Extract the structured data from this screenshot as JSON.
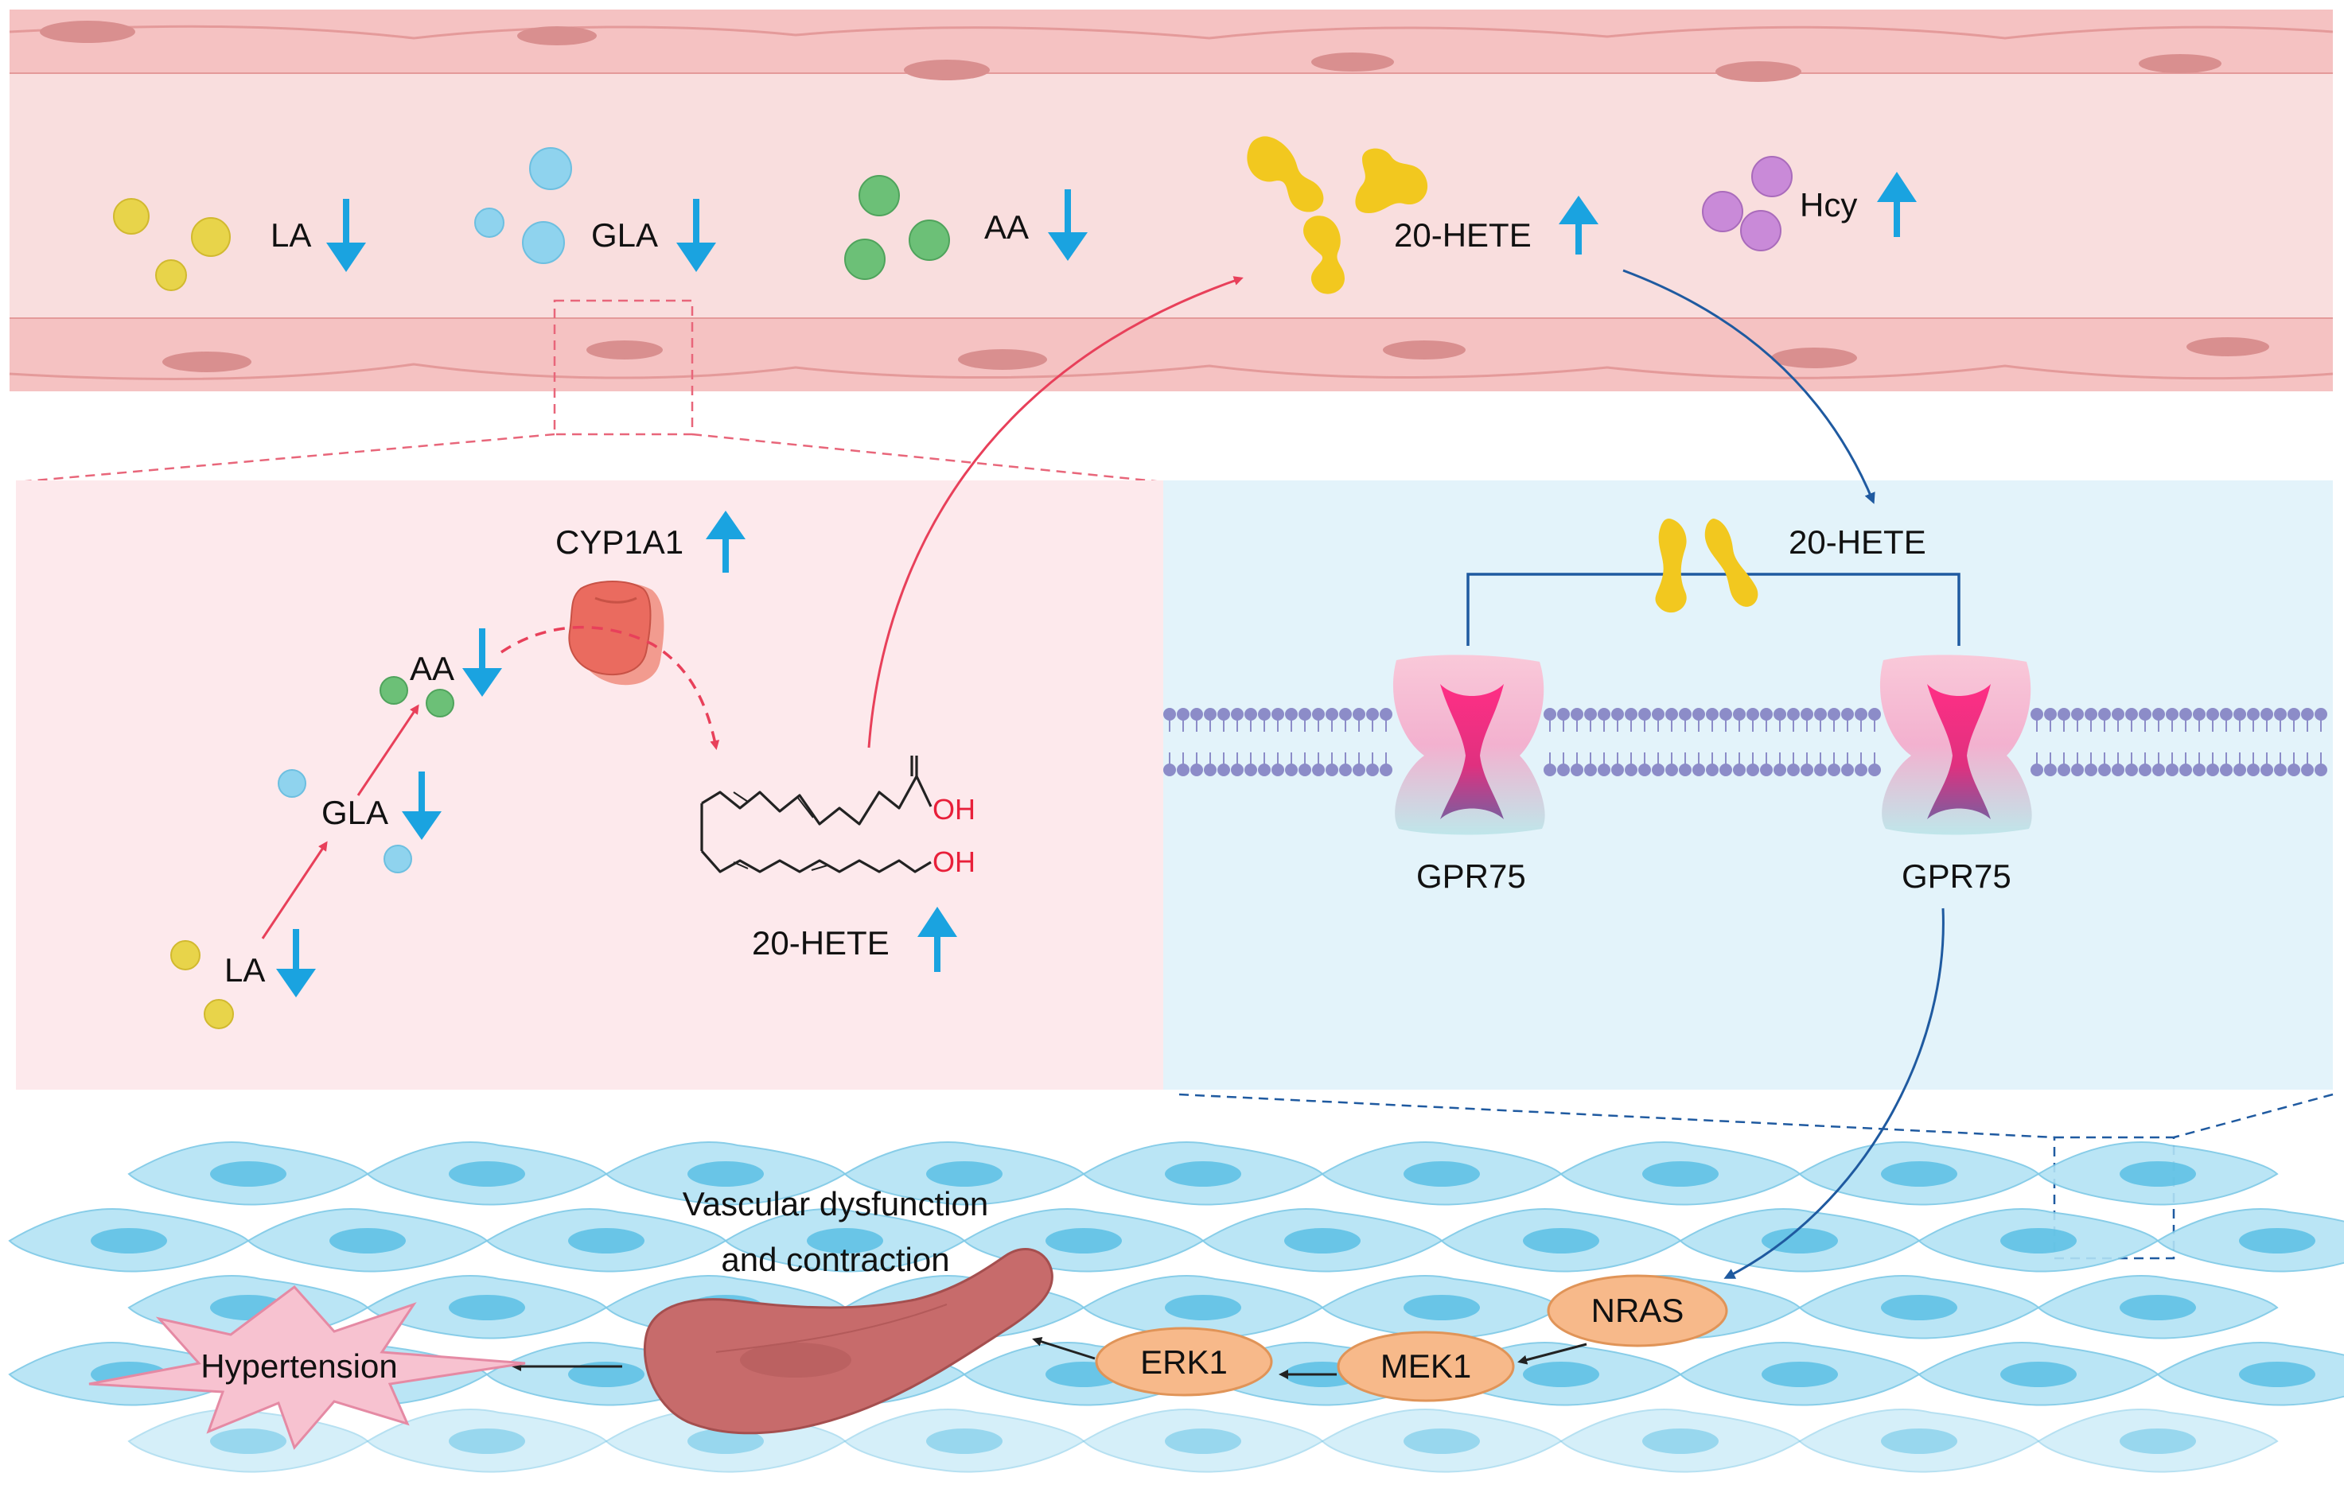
{
  "colors": {
    "vessel_fill": "#f7d3d3",
    "vessel_cell": "#f0b6b6",
    "vessel_nucleus": "#d98f8f",
    "pink_panel": "#fde9ec",
    "blue_panel": "#e3f3fa",
    "up_arrow": "#1aa3e0",
    "down_arrow": "#1aa3e0",
    "la_molecule": "#e8d44a",
    "gla_molecule": "#8fd3ee",
    "aa_molecule": "#6cc077",
    "hete_molecule": "#f2c81f",
    "hcy_molecule": "#c98ad8",
    "pathway_node": "#f7b98a",
    "smooth_muscle": "#b3e3f5",
    "hypertension_star": "#f7c2d0",
    "membrane": "#8c8cc8",
    "red_arrow": "#e8405a",
    "blue_arrow": "#1f5aa0"
  },
  "vessel": {
    "la": "LA",
    "gla": "GLA",
    "aa": "AA",
    "hete": "20-HETE",
    "hcy": "Hcy"
  },
  "left_panel": {
    "enzyme": "CYP1A1",
    "aa": "AA",
    "gla": "GLA",
    "la": "LA",
    "oh_top": "OH",
    "oh_bottom": "OH",
    "product": "20-HETE"
  },
  "right_panel": {
    "ligand": "20-HETE",
    "receptor_left": "GPR75",
    "receptor_right": "GPR75"
  },
  "bottom": {
    "outcome_line1": "Vascular dysfunction",
    "outcome_line2": "and contraction",
    "nras": "NRAS",
    "mek1": "MEK1",
    "erk1": "ERK1",
    "hypertension": "Hypertension"
  }
}
